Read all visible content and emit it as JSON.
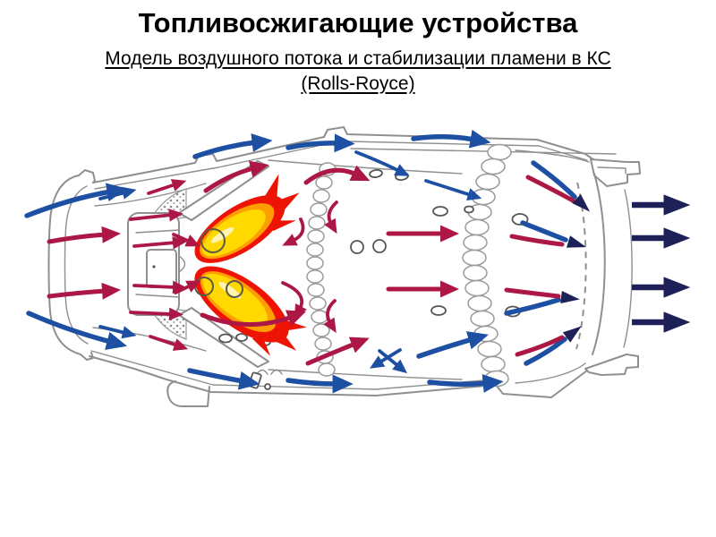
{
  "slide": {
    "title": "Топливосжигающие устройства",
    "subtitle_line1": "Модель воздушного потока и стабилизации пламени в КС",
    "subtitle_line2": "(Rolls-Royce)"
  },
  "diagram": {
    "name": "combustor-airflow-and-flame-stabilization-model",
    "colors": {
      "air_arrow": "#1d4fa3",
      "hot_arrow": "#ac1745",
      "exhaust_arrow": "#1e2158",
      "flame_core": "#ffd900",
      "flame_mid": "#ff9e00",
      "flame_edge": "#ee1405",
      "outline": "#8f8f8f",
      "detail": "#565656"
    }
  },
  "background": "#ffffff"
}
